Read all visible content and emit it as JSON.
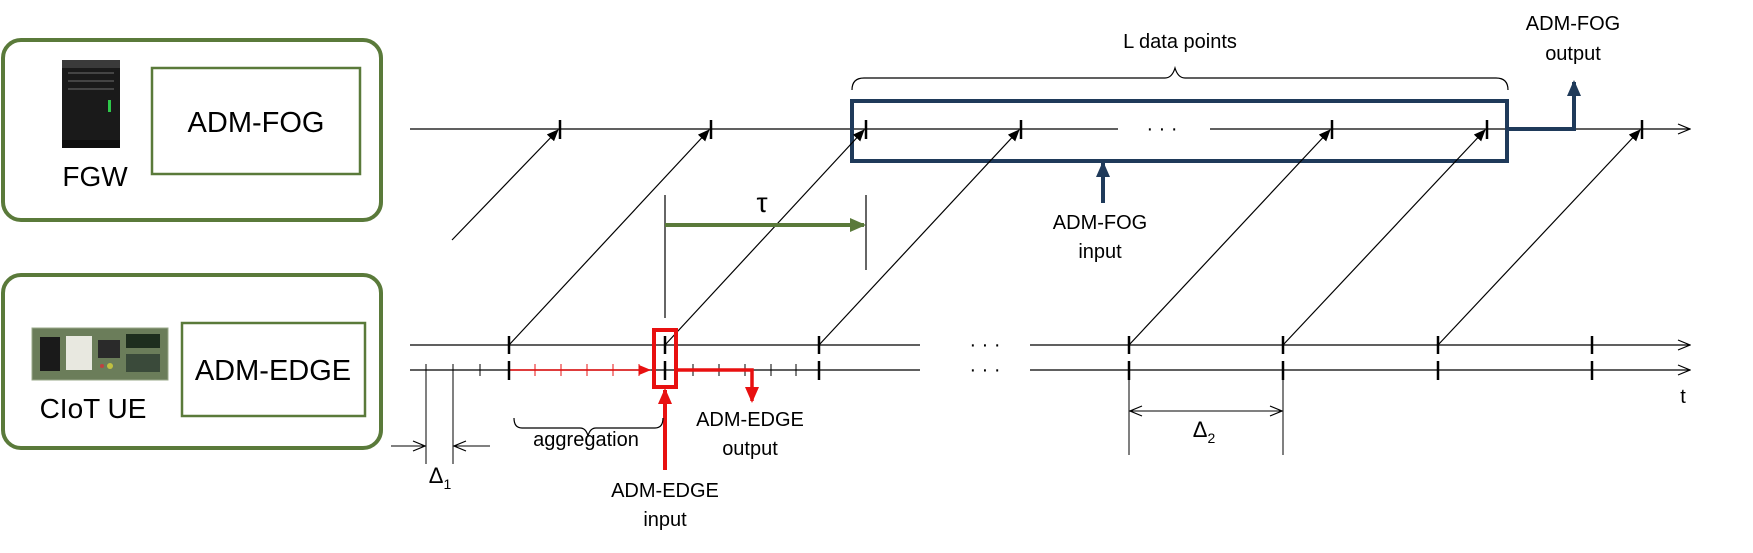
{
  "fog_node": {
    "device_label": "FGW",
    "module_label": "ADM-FOG",
    "device_icon": "server-tower-icon"
  },
  "edge_node": {
    "device_label": "CIoT UE",
    "module_label": "ADM-EDGE",
    "device_icon": "circuit-board-icon"
  },
  "fog_timeline": {
    "window_label": "L data points",
    "ellipsis": "· · ·",
    "input_label_line1": "ADM-FOG",
    "input_label_line2": "input",
    "output_label_line1": "ADM-FOG",
    "output_label_line2": "output"
  },
  "edge_timeline": {
    "ellipsis_top": "· · ·",
    "ellipsis_bottom": "· · ·",
    "time_axis_label": "t",
    "tau_label": "τ",
    "aggregation_label": "aggregation",
    "delta1_symbol": "Δ",
    "delta1_sub": "1",
    "delta2_symbol": "Δ",
    "delta2_sub": "2",
    "edge_input_line1": "ADM-EDGE",
    "edge_input_line2": "input",
    "edge_output_line1": "ADM-EDGE",
    "edge_output_line2": "output"
  },
  "colors": {
    "panel_border": "#5a7a3a",
    "fog_box": "#1f3a5a",
    "edge_highlight": "#e81010",
    "tau_arrow": "#5a7a3a",
    "lines": "#000000"
  }
}
